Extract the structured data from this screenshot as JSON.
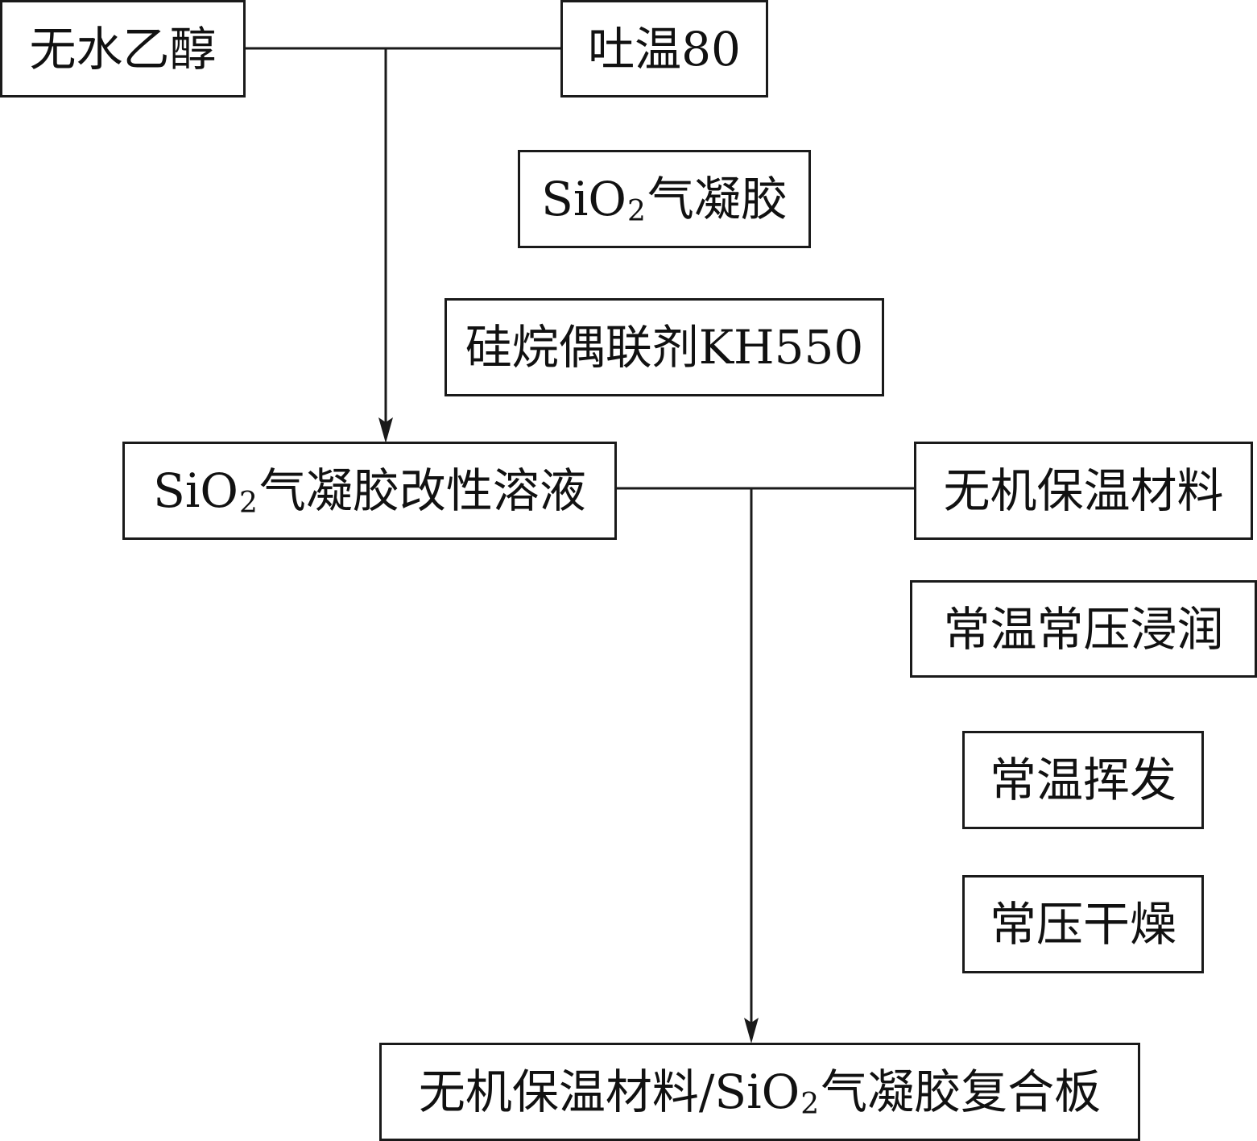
{
  "nodes": {
    "ethanol": "无水乙醇",
    "tween80": "吐温80",
    "aerogel_prefix": "SiO",
    "aerogel_sub": "2",
    "aerogel_suffix": "气凝胶",
    "silane": "硅烷偶联剂KH550",
    "modified_prefix": "SiO",
    "modified_sub": "2",
    "modified_suffix": "气凝胶改性溶液",
    "inorganic": "无机保温材料",
    "impregnate": "常温常压浸润",
    "volatilize": "常温挥发",
    "dry": "常压干燥",
    "product_prefix": "无机保温材料/SiO",
    "product_sub": "2",
    "product_suffix": "气凝胶复合板"
  },
  "colors": {
    "line": "#1a1a1a",
    "box_border": "#1a1a1a",
    "background": "#ffffff"
  }
}
